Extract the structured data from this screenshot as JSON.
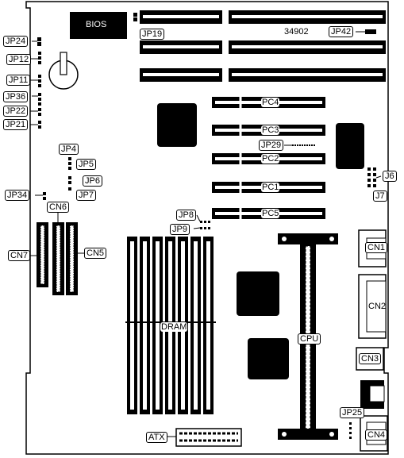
{
  "board": {
    "model": "34902",
    "colors": {
      "ink": "#000000",
      "paper": "#ffffff"
    }
  },
  "labels": {
    "bios": "BIOS",
    "jp19": "JP19",
    "jp42": "JP42",
    "jp24": "JP24",
    "jp12": "JP12",
    "jp11": "JP11",
    "jp36": "JP36",
    "jp22": "JP22",
    "jp21": "JP21",
    "jp4": "JP4",
    "jp5": "JP5",
    "jp6": "JP6",
    "jp7": "JP7",
    "jp34": "JP34",
    "cn6": "CN6",
    "cn7": "CN7",
    "cn5": "CN5",
    "pc4": "PC4",
    "pc3": "PC3",
    "pc2": "PC2",
    "pc1": "PC1",
    "pc5": "PC5",
    "jp29": "JP29",
    "j6": "J6",
    "j7": "J7",
    "jp8": "JP8",
    "jp9": "JP9",
    "cn1": "CN1",
    "cn2": "CN2",
    "cn3": "CN3",
    "cn4": "CN4",
    "dram": "DRAM",
    "cpu": "CPU",
    "atx": "ATX",
    "jp25": "JP25"
  }
}
